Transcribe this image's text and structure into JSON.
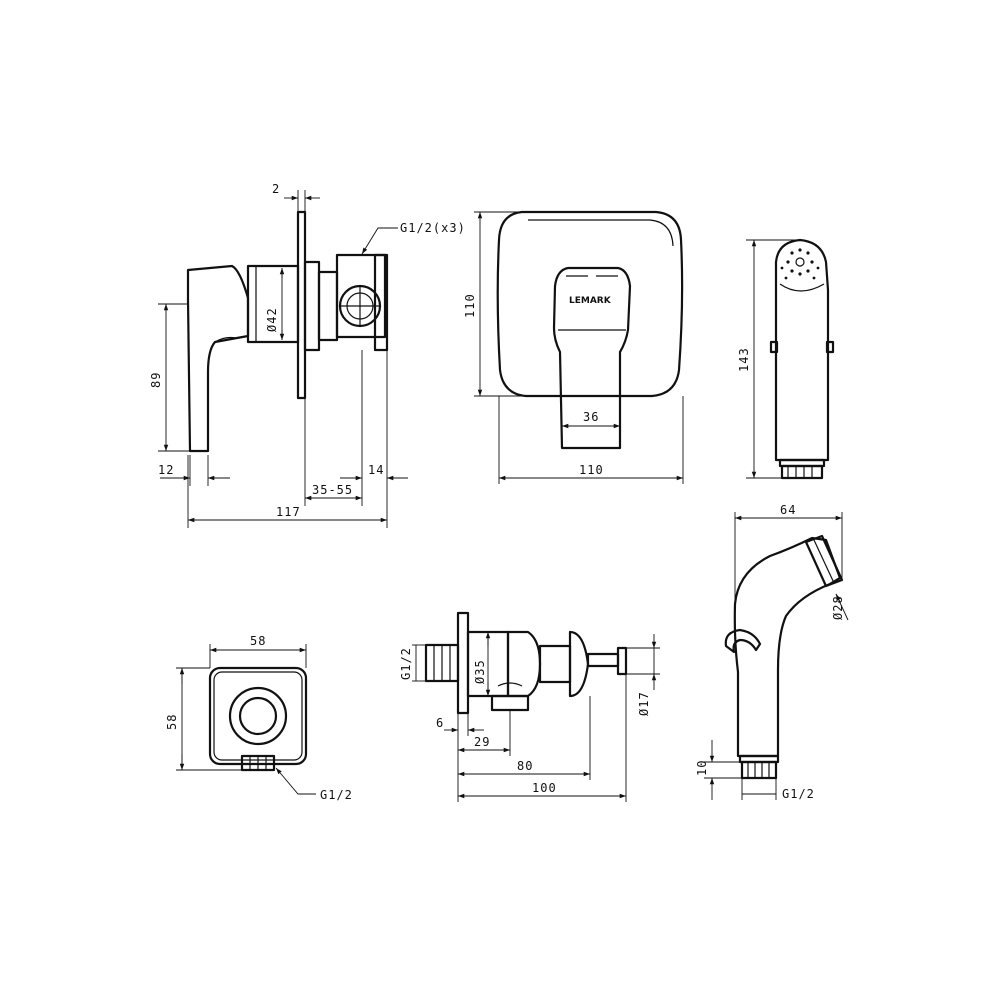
{
  "brand": {
    "logo_text": "LEMARK"
  },
  "dimensions": {
    "mixer_side": {
      "plate_thickness": "2",
      "connection_thread": "G1/2(x3)",
      "body_diameter": "Ø42",
      "lever_height": "89",
      "lever_offset": "12",
      "install_depth": "35-55",
      "valve_depth": "14",
      "total_depth": "117"
    },
    "mixer_front": {
      "plate_height": "110",
      "plate_width": "110",
      "lever_width": "36"
    },
    "handset_front": {
      "length": "143"
    },
    "wall_outlet": {
      "width": "58",
      "height": "58",
      "thread": "G1/2"
    },
    "angle_valve": {
      "inlet_thread": "G1/2",
      "body_diameter": "Ø35",
      "knob_diameter": "Ø17",
      "flange": "6",
      "outlet_offset": "29",
      "knob_offset": "80",
      "total_length": "100"
    },
    "handset_side": {
      "width": "64",
      "head_diameter": "Ø28",
      "thread_length": "10",
      "thread": "G1/2"
    }
  }
}
